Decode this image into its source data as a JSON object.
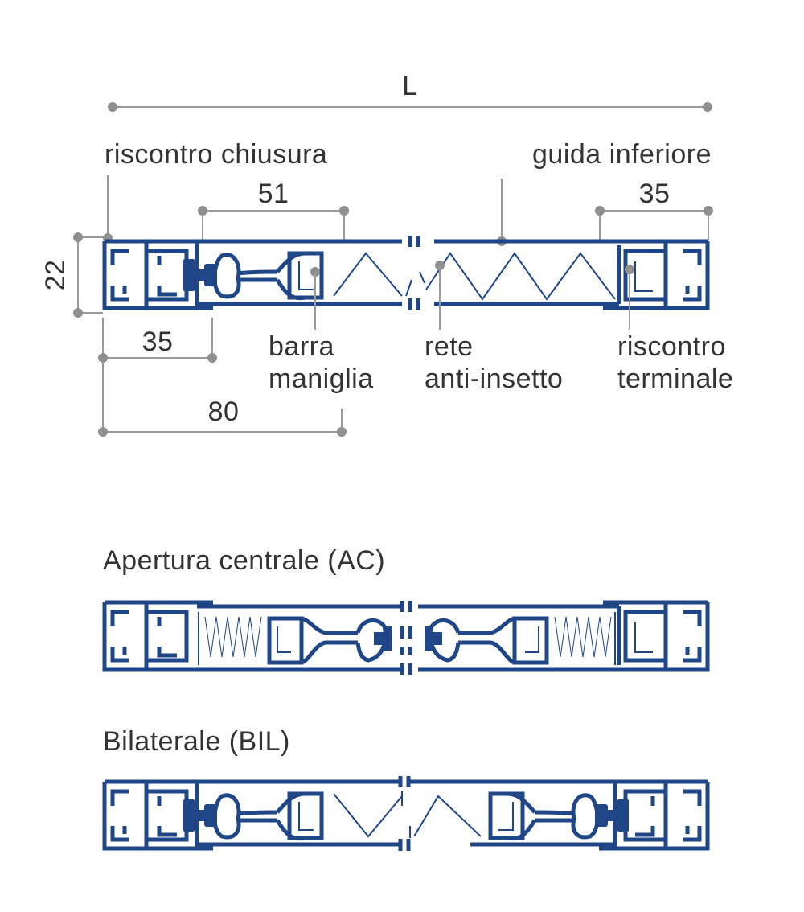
{
  "dimensions": {
    "overall": "L",
    "height": "22",
    "handle_bar_width": "51",
    "end_catch_width": "35",
    "closing_catch_width": "35",
    "handle_offset": "80"
  },
  "labels": {
    "riscontro_chiusura": "riscontro chiusura",
    "guida_inferiore": "guida inferiore",
    "barra_maniglia_1": "barra",
    "barra_maniglia_2": "maniglia",
    "rete_1": "rete",
    "rete_2": "anti-insetto",
    "riscontro_terminale_1": "riscontro",
    "riscontro_terminale_2": "terminale"
  },
  "sections": {
    "central": "Apertura centrale (AC)",
    "bilateral": "Bilaterale (BIL)"
  },
  "colors": {
    "profile": "#1f4686",
    "dimension": "#9a9a9a",
    "text": "#333333"
  }
}
